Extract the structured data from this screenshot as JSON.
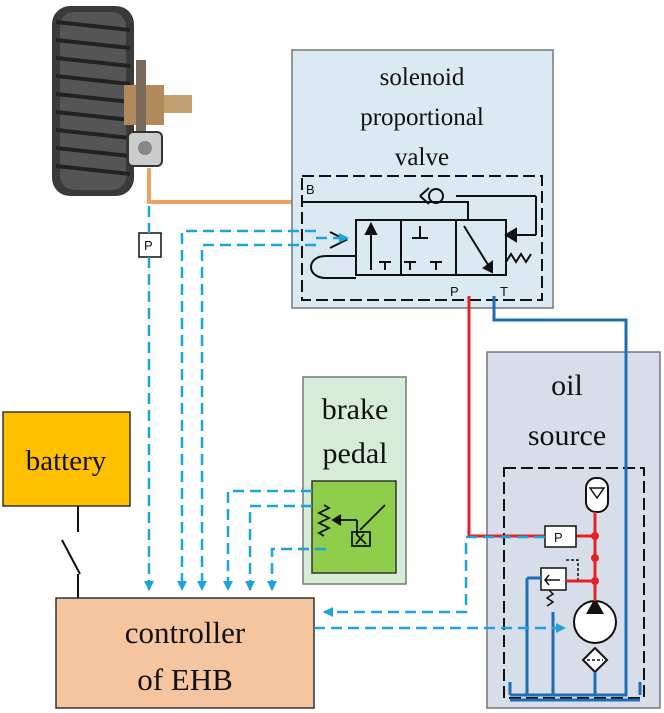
{
  "labels": {
    "valve_line1": "solenoid",
    "valve_line2": "proportional",
    "valve_line3": "valve",
    "oil_line1": "oil",
    "oil_line2": "source",
    "pedal_line1": "brake",
    "pedal_line2": "pedal",
    "battery": "battery",
    "controller_line1": "controller",
    "controller_line2": "of EHB",
    "port_b": "B",
    "port_p": "P",
    "port_t": "T",
    "sensor_p_left": "P",
    "sensor_p_right": "P"
  },
  "colors": {
    "valve_box": "#dbe9f2",
    "oil_box": "#d7dee9",
    "pedal_box": "#d6ecd6",
    "pedal_inner": "#8fce4a",
    "battery": "#ffc000",
    "controller": "#f5c59f",
    "signal_line": "#1aa3df",
    "pressure_line": "#e52222",
    "return_line": "#1f6eb5",
    "brake_line": "#f0a060"
  }
}
